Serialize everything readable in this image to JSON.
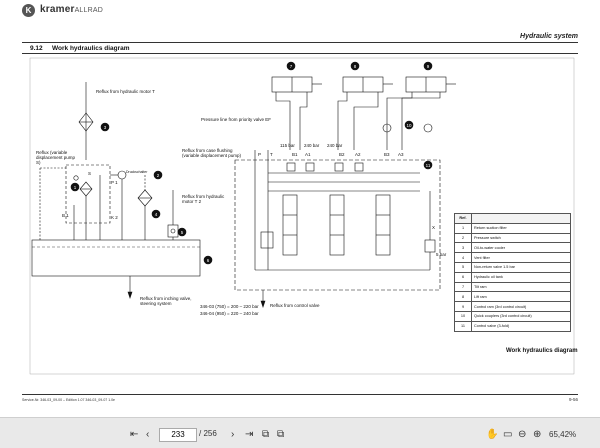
{
  "header": {
    "brand": "kramer",
    "brand_sub": "ALLRAD",
    "section": "Hydraulic system"
  },
  "section": {
    "number": "9.12",
    "title": "Work hydraulics diagram"
  },
  "labels": {
    "reflux_motor_t": "Reflux from hydraulic motor T",
    "reflux_variable": "Reflux (variable displacement pump S)",
    "reflux_case": "Reflux from case flushing (variable displacement pump)",
    "reflux_motor_t2": "Reflux from hydraulic motor T 2",
    "pressure_line": "Pressure line from priority valve EF",
    "reflux_inching": "Reflux from inching valve, steering system",
    "reflux_control": "Reflux from control valve",
    "druckschalter": "Druckschalter",
    "bar_115": "115 bar",
    "bar_240a": "240 bar",
    "bar_240b": "240 bar",
    "spec1": "346-03 (750) = 200 – 220 bar",
    "spec2": "346-04 (950) = 220 – 240 bar",
    "port_p": "P",
    "port_t": "T",
    "port_b1": "B1",
    "port_a1": "A1",
    "port_b2": "B2",
    "port_a2": "A2",
    "port_b3": "B3",
    "port_a3": "A3",
    "port_p1": "P 1",
    "port_b_1": "B 1",
    "port_k2": "K 2",
    "port_s": "S",
    "port_x": "X",
    "port_bar": "5 bar"
  },
  "callouts": [
    "1",
    "2",
    "3",
    "4",
    "5",
    "6",
    "7",
    "8",
    "9",
    "10",
    "11"
  ],
  "legend": {
    "header": "Ref.",
    "rows": [
      {
        "n": "1",
        "text": "Return suction filter"
      },
      {
        "n": "2",
        "text": "Pressure switch"
      },
      {
        "n": "3",
        "text": "Oil-to-water cooler"
      },
      {
        "n": "4",
        "text": "Vent filter"
      },
      {
        "n": "5",
        "text": "Non-return valve 1.5 bar"
      },
      {
        "n": "6",
        "text": "Hydraulic oil tank"
      },
      {
        "n": "7",
        "text": "Tilt ram"
      },
      {
        "n": "8",
        "text": "Lift ram"
      },
      {
        "n": "9",
        "text": "Control ram (3rd control circuit)"
      },
      {
        "n": "10",
        "text": "Quick couplers (3rd control circuit)"
      },
      {
        "n": "11",
        "text": "Control valve (3-fold)"
      }
    ]
  },
  "caption": "Work hydraulics diagram",
  "footer": {
    "left": "Service-Nr. 346-03_09-00 – Edition 1.07 346-03_09-07 1.0e",
    "page_number": "9-56"
  },
  "viewer": {
    "current_page": "233",
    "total_pages": "/ 256",
    "zoom": "65,42%"
  }
}
